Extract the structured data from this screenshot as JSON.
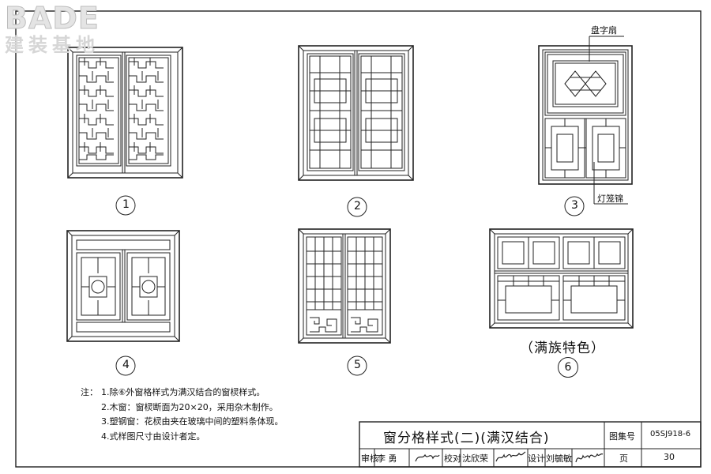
{
  "logo": {
    "brand": "BADE",
    "subtitle": "建装基地"
  },
  "figures": [
    {
      "number": "1"
    },
    {
      "number": "2"
    },
    {
      "number": "3"
    },
    {
      "number": "4"
    },
    {
      "number": "5"
    },
    {
      "number": "6",
      "caption": "（满族特色）"
    }
  ],
  "callouts": {
    "top": "盘字扇",
    "bottom": "灯笼锦"
  },
  "notes": {
    "heading": "注：",
    "items": [
      "1.除⑥外窗格样式为满汉结合的窗棂样式。",
      "2.木窗：窗棂断面为20×20，采用杂木制作。",
      "3.塑钢窗：花棂由夹在玻璃中间的塑料条体现。",
      "4.式样图尺寸由设计者定。"
    ]
  },
  "title_block": {
    "title": "窗分格样式(二)(满汉结合)",
    "atlas_label": "图集号",
    "atlas_no": "05SJ918-6",
    "review_label": "审核",
    "reviewer": "李 勇",
    "check_label": "校对",
    "checker": "沈欣荣",
    "design_label": "设计",
    "designer": "刘毓敏",
    "page_label": "页",
    "page_no": "30"
  }
}
